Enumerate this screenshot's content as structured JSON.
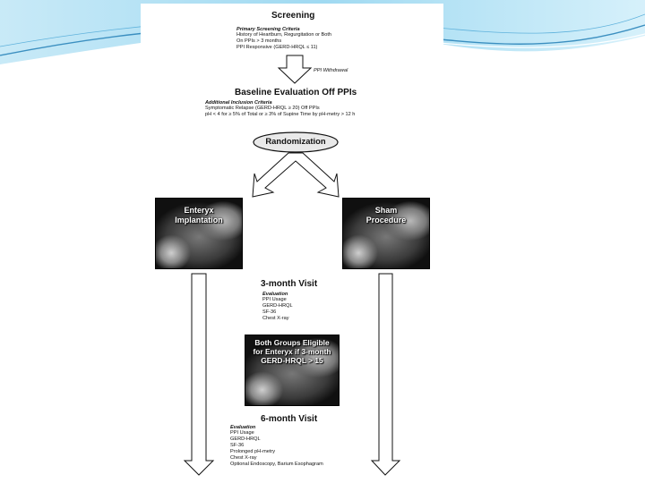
{
  "screening": {
    "title": "Screening",
    "criteria_title": "Primary Screening Criteria",
    "lines": [
      "History of Heartburn, Regurgitation or Both",
      "On PPIs > 3 months",
      "PPI Responsive (GERD-HRQL ≤ 11)"
    ]
  },
  "withdrawal_label": "PPI Withdrawal",
  "baseline": {
    "title": "Baseline Evaluation Off PPIs",
    "criteria_title": "Additional Inclusion Criteria",
    "lines": [
      "Symptomatic Relapse (GERD-HRQL ≥ 20) Off PPIs",
      "pH < 4 for ≥ 5% of Total or ≥ 3% of Supine Time by pH-metry > 12 h"
    ]
  },
  "randomization": "Randomization",
  "enteryx": {
    "line1": "Enteryx",
    "line2": "Implantation"
  },
  "sham": {
    "line1": "Sham",
    "line2": "Procedure"
  },
  "visit3": {
    "title": "3-month Visit",
    "eval_title": "Evaluation",
    "lines": [
      "PPI Usage",
      "GERD-HRQL",
      "SF-36",
      "Chest X-ray"
    ]
  },
  "eligible": {
    "line1": "Both Groups Eligible",
    "line2": "for Enteryx if 3-month",
    "line3": "GERD-HRQL > 15"
  },
  "visit6": {
    "title": "6-month Visit",
    "eval_title": "Evaluation",
    "lines": [
      "PPI Usage",
      "GERD-HRQL",
      "SF-36",
      "Prolonged pH-metry",
      "Chest X-ray",
      "Optional Endoscopy, Barium Esophagram"
    ]
  },
  "colors": {
    "background_wave": "#7fc8e8",
    "wave_dark": "#3b8fc0"
  }
}
